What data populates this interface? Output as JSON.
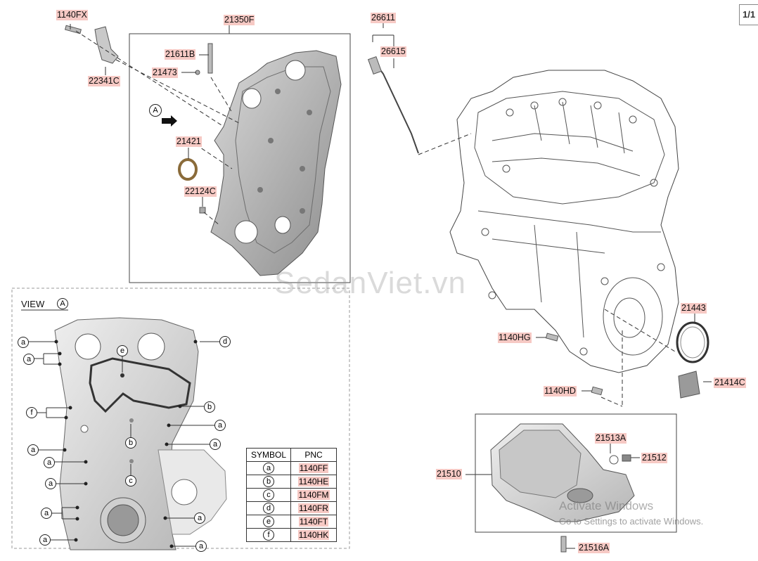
{
  "page_indicator": "1/1",
  "watermark": "SedanViet.vn",
  "activation": {
    "line1": "Activate Windows",
    "line2": "Go to Settings to activate Windows."
  },
  "view_title": "VIEW",
  "view_symbol": "A",
  "callout_a": "A",
  "part_labels": {
    "p1140FX": "1140FX",
    "p22341C": "22341C",
    "p21350F": "21350F",
    "p21611B": "21611B",
    "p21473": "21473",
    "p21421": "21421",
    "p22124C": "22124C",
    "p26611": "26611",
    "p26615": "26615",
    "p21443": "21443",
    "p1140HG": "1140HG",
    "p21414C": "21414C",
    "p1140HD": "1140HD",
    "p21513A": "21513A",
    "p21512": "21512",
    "p21510": "21510",
    "p21516A": "21516A"
  },
  "table": {
    "headers": [
      "SYMBOL",
      "PNC"
    ],
    "rows": [
      {
        "symbol": "a",
        "pnc": "1140FF"
      },
      {
        "symbol": "b",
        "pnc": "1140HE"
      },
      {
        "symbol": "c",
        "pnc": "1140FM"
      },
      {
        "symbol": "d",
        "pnc": "1140FR"
      },
      {
        "symbol": "e",
        "pnc": "1140FT"
      },
      {
        "symbol": "f",
        "pnc": "1140HK"
      }
    ]
  },
  "view_symbols": {
    "a": "a",
    "b": "b",
    "c": "c",
    "d": "d",
    "e": "e",
    "f": "f"
  }
}
